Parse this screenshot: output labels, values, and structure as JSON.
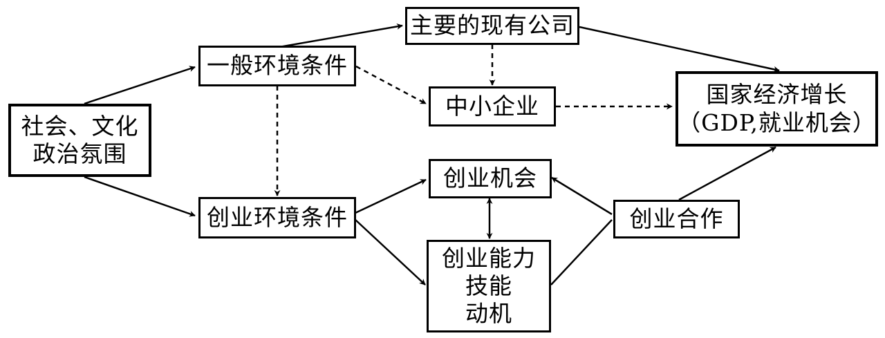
{
  "nodes": {
    "society": {
      "lines": [
        "社会、文化",
        "政治氛围"
      ]
    },
    "general_env": {
      "lines": [
        "一般环境条件"
      ]
    },
    "startup_env": {
      "lines": [
        "创业环境条件"
      ]
    },
    "major_firms": {
      "lines": [
        "主要的现有公司"
      ]
    },
    "sme": {
      "lines": [
        "中小企业"
      ]
    },
    "opportunity": {
      "lines": [
        "创业机会"
      ]
    },
    "capability": {
      "lines": [
        "创业能力",
        "技能",
        "动机"
      ]
    },
    "cooperation": {
      "lines": [
        "创业合作"
      ]
    },
    "growth": {
      "lines": [
        "国家经济增长",
        "（GDP,就业机会）"
      ]
    }
  },
  "edges": [
    {
      "from": "society",
      "to": "general_env",
      "style": "solid"
    },
    {
      "from": "society",
      "to": "startup_env",
      "style": "solid"
    },
    {
      "from": "general_env",
      "to": "major_firms",
      "style": "solid"
    },
    {
      "from": "general_env",
      "to": "sme",
      "style": "dashed"
    },
    {
      "from": "general_env",
      "to": "startup_env",
      "style": "dashed"
    },
    {
      "from": "major_firms",
      "to": "sme",
      "style": "dashed"
    },
    {
      "from": "major_firms",
      "to": "growth",
      "style": "solid"
    },
    {
      "from": "sme",
      "to": "growth",
      "style": "dashed"
    },
    {
      "from": "startup_env",
      "to": "opportunity",
      "style": "solid"
    },
    {
      "from": "startup_env",
      "to": "capability",
      "style": "solid"
    },
    {
      "from": "opportunity",
      "to": "capability",
      "style": "solid",
      "bidirectional": true
    },
    {
      "from": "capability",
      "to": "cooperation",
      "style": "solid",
      "arrowhead": false
    },
    {
      "from": "cooperation",
      "to": "opportunity",
      "style": "solid"
    },
    {
      "from": "cooperation",
      "to": "growth",
      "style": "solid"
    }
  ],
  "colors": {
    "line": "#000000",
    "background": "#ffffff"
  }
}
